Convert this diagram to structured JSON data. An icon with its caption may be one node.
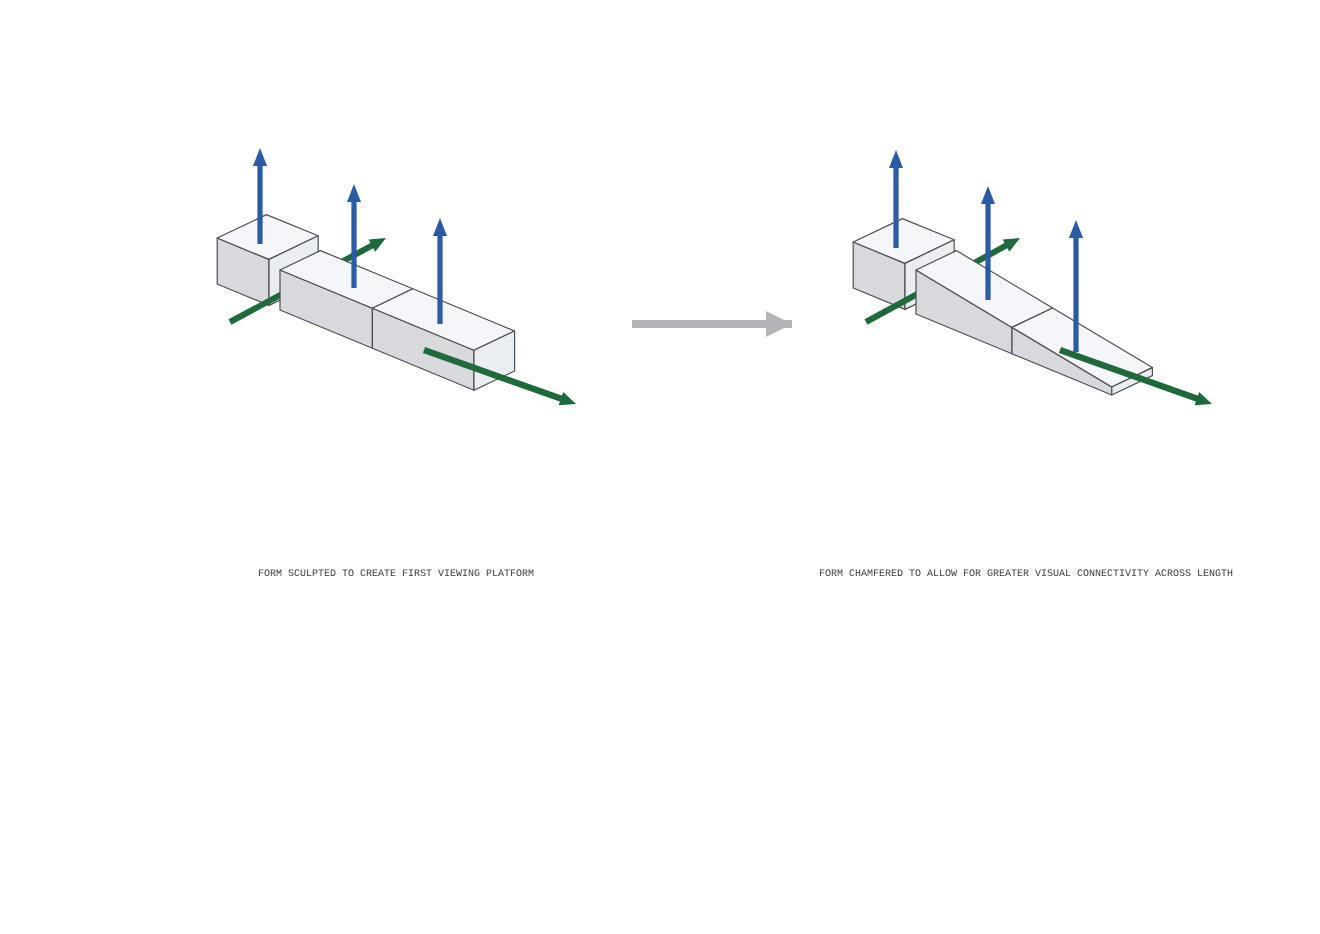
{
  "diagram": {
    "nodes": [
      {
        "text": [],
        "shape": "picture"
      },
      {
        "text": [],
        "shape": "picture"
      }
    ],
    "edges": [
      {
        "from": 0,
        "to": 1,
        "arrow": "to"
      }
    ],
    "labels": [
      "FORM SCULPTED TO CREATE FIRST VIEWING PLATFORM",
      "FORM CHAMFERED TO ALLOW FOR GREATER VISUAL CONNECTIVITY ACROSS LENGTH"
    ]
  }
}
